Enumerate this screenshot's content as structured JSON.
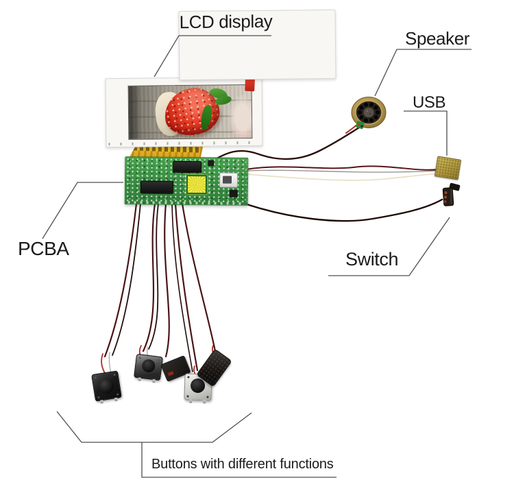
{
  "labels": {
    "lcd": "LCD display",
    "speaker": "Speaker",
    "usb": "USB",
    "pcba": "PCBA",
    "switch": "Switch",
    "buttons": "Buttons with different functions"
  },
  "components": {
    "lcd": "lcd-display-module",
    "lcd_screen_image": "strawberry-on-spoon-photo",
    "flex_cable": "flex-ribbon-cable",
    "pcba": "green-circuit-board",
    "speaker": "round-speaker",
    "usb": "usb-connector-plug",
    "switch": "toggle-switch",
    "buttons": [
      "push-button-1",
      "push-button-2",
      "wire-connector",
      "push-button-3",
      "push-button-4"
    ]
  },
  "colors": {
    "background": "#ffffff",
    "label_text": "#1b1b1b",
    "leader_line": "#4f4f4f",
    "pcb_green": "#3d9a45",
    "flex_gold": "#dfa91e",
    "usb_gold": "#b49a40",
    "wire_maroon": "#4a1414",
    "wire_red_lead": "#a83226",
    "speaker_rim": "#b49a55",
    "strawberry_red": "#d93025",
    "leaf_green": "#3f8f2b"
  }
}
